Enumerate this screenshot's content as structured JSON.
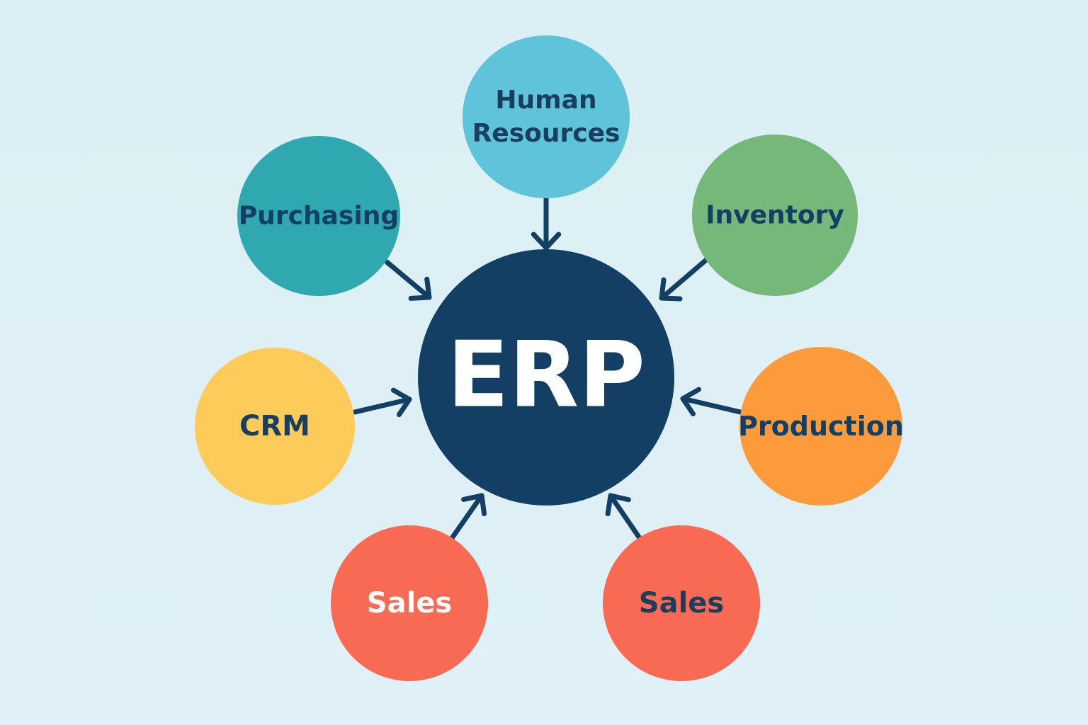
{
  "center": {
    "label": "ERP",
    "color": "#123f63",
    "text_color": "#ffffff"
  },
  "modules": [
    {
      "id": "human-resources",
      "lines": [
        "Human",
        "Resources"
      ],
      "color": "#5fc3d9",
      "text_color": "#1a3e5e"
    },
    {
      "id": "purchasing",
      "lines": [
        "Purchasing"
      ],
      "color": "#2fa8b0",
      "text_color": "#123f63"
    },
    {
      "id": "inventory",
      "lines": [
        "Inventory"
      ],
      "color": "#76b87a",
      "text_color": "#123f63"
    },
    {
      "id": "crm",
      "lines": [
        "CRM"
      ],
      "color": "#fdcb5a",
      "text_color": "#1a3e5e"
    },
    {
      "id": "production",
      "lines": [
        "Production"
      ],
      "color": "#fd9b3c",
      "text_color": "#123f63"
    },
    {
      "id": "sales-left",
      "lines": [
        "Sales"
      ],
      "color": "#f96a54",
      "text_color": "#ffffff"
    },
    {
      "id": "sales-right",
      "lines": [
        "Sales"
      ],
      "color": "#f96a54",
      "text_color": "#1a3e5e"
    }
  ],
  "arrow_color": "#123f63"
}
